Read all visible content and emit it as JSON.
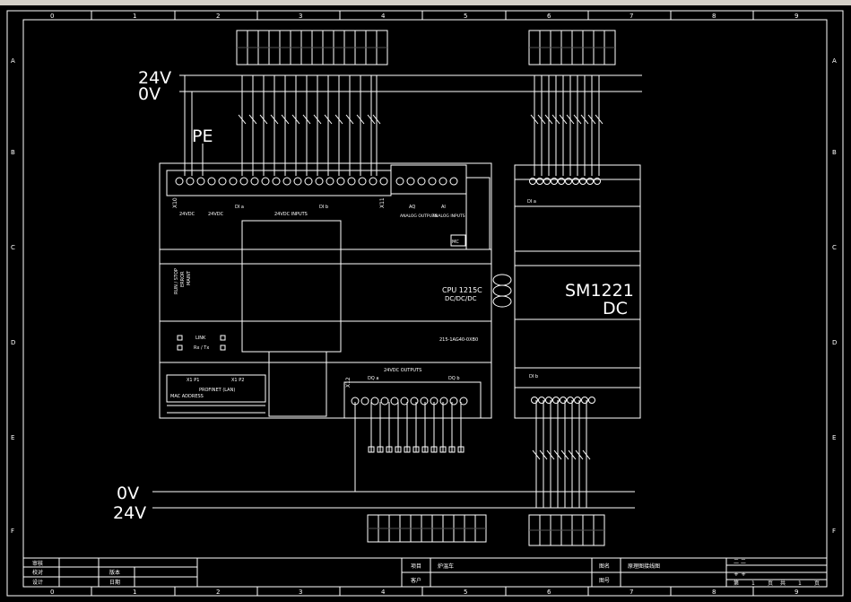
{
  "ruler": {
    "columns": [
      "0",
      "1",
      "2",
      "3",
      "4",
      "5",
      "6",
      "7",
      "8",
      "9"
    ],
    "rows": [
      "A",
      "B",
      "C",
      "D",
      "E",
      "F"
    ]
  },
  "rails": {
    "top_24v": "24V",
    "top_0v": "0V",
    "pe": "PE",
    "bottom_0v": "0V",
    "bottom_24v": "24V"
  },
  "cpu": {
    "model": "CPU 1215C",
    "type": "DC/DC/DC",
    "part_no": "215-1AG40-0XB0",
    "x10": "X10",
    "x11": "X11",
    "x12": "X12",
    "supply_24": "24VDC",
    "sensor_supply": "24VDC",
    "di_label": "DI a",
    "di_b": "DI b",
    "inputs_title": "24VDC INPUTS",
    "ao_label": "AQ",
    "ao_title": "ANALOG OUTPUTS",
    "ai_label": "AI",
    "ai_title": "ANALOG INPUTS",
    "outputs_title": "24VDC OUTPUTS",
    "dq_a": "DQ a",
    "dq_b": "DQ b",
    "run_stop": "RUN / STOP",
    "error": "ERROR",
    "maint": "MAINT",
    "link": "LINK",
    "rx_tx": "Rx / Tx",
    "x1_p1": "X1 P1",
    "x1_p2": "X1 P2",
    "profinet": "PROFINET (LAN)",
    "mac": "MAC ADDRESS",
    "mc": "MC"
  },
  "sm": {
    "name": "SM1221",
    "type": "DC",
    "di_top": "DI a",
    "di_bottom": "DI b"
  },
  "title_block": {
    "review": "审核",
    "check": "校对",
    "design": "设计",
    "version": "版本",
    "date": "日期",
    "project_label": "项目",
    "project_value": "炉温车",
    "client_label": "客户",
    "drawing_label": "图名",
    "drawing_value": "原理图接线图",
    "drawing_no_label": "图号",
    "page_label": "第",
    "page_no": "1",
    "pages_unit": "页",
    "total_label": "共",
    "total_no": "1",
    "total_unit": "页",
    "sym1": "二 二",
    "sym2": "+ +"
  },
  "colors": {
    "line": "#ffffff",
    "background": "#000000",
    "toolbar": "#d4d0c8"
  }
}
